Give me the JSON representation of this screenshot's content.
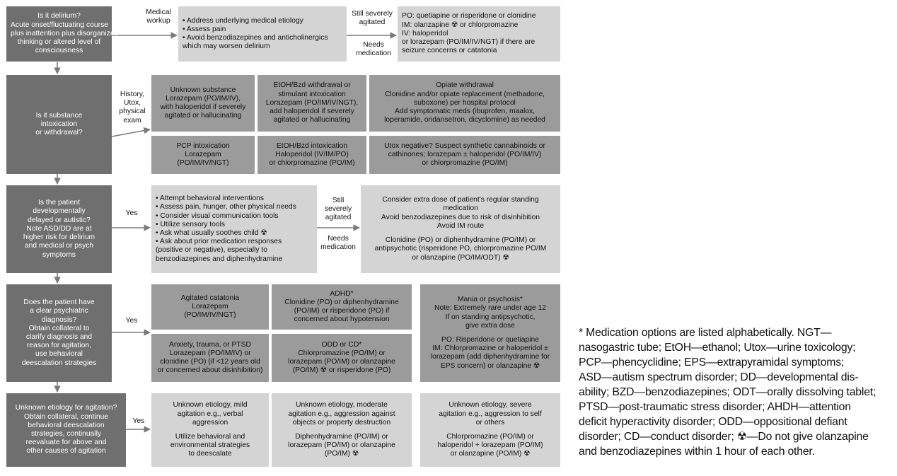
{
  "colors": {
    "dark": "#6f6f6f",
    "mid": "#9b9b9b",
    "light": "#d4d4d4",
    "arrow": "#7a7a7a"
  },
  "hazard_icon": "trefoil-hazard-icon",
  "rows": {
    "r1": {
      "question": [
        "Is it delirium?",
        "Acute onset/fluctuating course",
        "plus inattention plus disorganized",
        "thinking or altered level of",
        "consciousness"
      ],
      "connector_label": [
        "Medical",
        "workup"
      ],
      "action": [
        "• Address underlying medical etiology",
        "• Assess pain",
        "• Avoid benzodiazepines and anticholinergics",
        "   which may worsen delirium"
      ],
      "connector2_top": [
        "Still severely",
        "agitated"
      ],
      "connector2_bottom": [
        "Needs",
        "medication"
      ],
      "result": [
        "PO: quetiapine or risperidone or clonidine",
        "IM: olanzapine ☢ or chlorpromazine",
        "IV: haloperidol",
        "or lorazepam (PO/IM/IV/NGT) if there are",
        "seizure concerns or catatonia"
      ]
    },
    "r2": {
      "question": [
        "Is it substance",
        "intoxication",
        "or withdrawal?"
      ],
      "connector_label": [
        "History,",
        "Utox,",
        "physical",
        "exam"
      ],
      "a": [
        "Unknown substance",
        "Lorazepam (PO/IM/IV),",
        "with haloperidol if severely",
        "agitated or hallucinating"
      ],
      "b": [
        "EtOH/Bzd withdrawal or",
        "stimulant intoxication",
        "Lorazepam (PO/IM/IV/NGT),",
        "add haloperidol if severely",
        "agitated or hallucinating"
      ],
      "c": [
        "Opiate withdrawal",
        "Clonidine and/or opiate replacement (methadone,",
        "suboxone) per hospital protocol",
        "Add symptomatic meds (ibuprofen, maalox,",
        "loperamide, ondansetron, dicyclomine) as needed"
      ],
      "d": [
        "PCP intoxication",
        "Lorazepam",
        "(PO/IM/IV/NGT)"
      ],
      "e": [
        "EtOH/Bzd intoxication",
        "Haloperidol (IV/IM/PO)",
        "or chlorpromazine (PO/IM)"
      ],
      "f": [
        "Utox negative? Suspect synthetic cannabinoids or",
        "cathinones; lorazepam ± haloperidol (PO/IM/IV)",
        "or chlorpromazine (PO/IM)"
      ]
    },
    "r3": {
      "question": [
        "Is the patient",
        "developmentally",
        "delayed or autistic?",
        "Note ASD/DD are at",
        "higher risk for delirium",
        "and medical or psych",
        "symptoms"
      ],
      "connector_label": [
        "Yes"
      ],
      "action": [
        "• Attempt behavioral interventions",
        "• Assess pain, hunger, other physical needs",
        "• Consider visual communication tools",
        "• Utilize sensory tools",
        "• Ask what usually soothes child ☢",
        "• Ask about prior medication responses",
        "   (positive or negative), especially to",
        "   benzodiazepines and diphenhydramine"
      ],
      "connector2_top": [
        "Still",
        "severely",
        "agitated"
      ],
      "connector2_bottom": [
        "Needs",
        "medication"
      ],
      "result_top": [
        "Consider extra dose of patient's regular standing",
        "medication",
        "Avoid benzodiazepines due to risk of disinhibition",
        "Avoid IM route"
      ],
      "result_bottom": [
        "Clonidine (PO) or diphenhydramine (PO/IM) or",
        "antipsychotic (risperidone PO, chlorpromazine PO/IM",
        "or olanzapine (PO/IM/ODT) ☢"
      ]
    },
    "r4": {
      "question": [
        "Does the patient have",
        "a clear psychiatric",
        "diagnosis?",
        "Obtain collateral to",
        "clarify diagnosis and",
        "reason for agitation,",
        "use behavioral",
        "deescalation strategies"
      ],
      "connector_label": [
        "Yes"
      ],
      "a": [
        "Agitated catatonia",
        "Lorazepam",
        "(PO/IM/IV/NGT)"
      ],
      "b": [
        "ADHD*",
        "Clonidine (PO) or diphenhydramine",
        "(PO/IM) or risperidone (PO) if",
        "concerned about hypotension"
      ],
      "c_top": [
        "Mania or psychosis*",
        "Note: Extremely rare under age 12",
        "If on standing antipsychotic,",
        "give extra dose"
      ],
      "c_bottom": [
        "PO: Risperidone or quetiapine",
        "IM: Chlorpromazine or haloperidol ±",
        "lorazepam (add diphenhydramine for",
        "EPS concern) or olanzapine ☢"
      ],
      "d": [
        "Anxiety, trauma, or PTSD",
        "Lorazepam (PO/IM/IV) or",
        "clonidine (PO) (if <12 years old",
        "or concerned about disinhibition)"
      ],
      "e": [
        "ODD or CD*",
        "Chlorpromazine (PO/IM) or",
        "lorazepam (PO/IM) or olanzapine",
        "(PO/IM) ☢ or risperidone (PO)"
      ]
    },
    "r5": {
      "question": [
        "Unknown etiology for agitation?",
        "Obtain collateral, continue",
        "behavioral deescalation",
        "strategies, continually",
        "reevaluate for above and",
        "other causes of agitation"
      ],
      "connector_label": [
        "Yes"
      ],
      "a_top": [
        "Unknown etiology, mild",
        "agitation e.g., verbal",
        "aggression"
      ],
      "a_bottom": [
        "Utilize behavioral and",
        "environmental strategies",
        "to deescalate"
      ],
      "b_top": [
        "Unknown etiology, moderate",
        "agitation e.g., aggression against",
        "objects or property destruction"
      ],
      "b_bottom": [
        "Diphenhydramine (PO/IM) or",
        "lorazepam (PO/IM) or olanzapine",
        "(PO/IM) ☢"
      ],
      "c_top": [
        "Unknown etiology, severe",
        "agitation e.g., aggression to self",
        "or others"
      ],
      "c_bottom": [
        "Chlorpromazine (PO/IM) or",
        "haloperidol + lorazepam (PO/IM)",
        "or olanzapine (PO/IM) ☢"
      ]
    }
  },
  "footnote": [
    "* Medication options are listed alphabetically. NGT—",
    "nasogastric tube; EtOH—ethanol; Utox—urine toxicology;",
    "PCP—phencyclidine; EPS—extrapyramidal symptoms;",
    "ASD—autism spectrum disorder; DD—developmental dis-",
    "ability; BZD—benzodiazepines; ODT—orally dissolving tablet;",
    "PTSD—post-traumatic stress disorder; AHDH—attention",
    "deficit hyperactivity disorder; ODD—oppositional defiant",
    "disorder; CD—conduct disorder; ☢—Do not give olanzapine",
    "and benzodiazepines within 1 hour of each other."
  ]
}
